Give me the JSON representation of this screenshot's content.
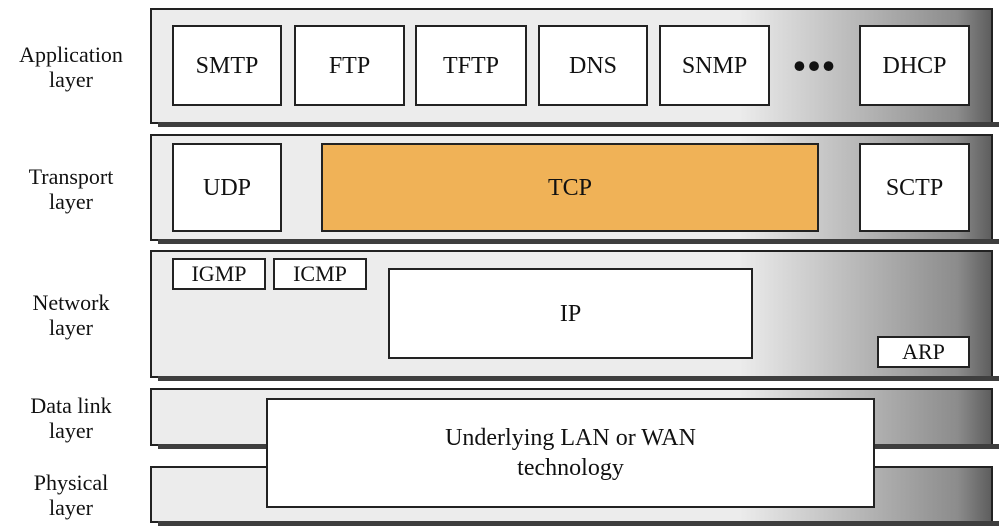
{
  "layers": {
    "application": "Application\nlayer",
    "transport": "Transport\nlayer",
    "network": "Network\nlayer",
    "datalink": "Data link\nlayer",
    "physical": "Physical\nlayer"
  },
  "application_protocols": {
    "smtp": "SMTP",
    "ftp": "FTP",
    "tftp": "TFTP",
    "dns": "DNS",
    "snmp": "SNMP",
    "ellipsis": "•••",
    "dhcp": "DHCP"
  },
  "transport_protocols": {
    "udp": "UDP",
    "tcp": "TCP",
    "sctp": "SCTP"
  },
  "network_protocols": {
    "igmp": "IGMP",
    "icmp": "ICMP",
    "ip": "IP",
    "arp": "ARP"
  },
  "underlying": "Underlying LAN or WAN\ntechnology",
  "colors": {
    "highlight": "#f0b257",
    "band_light": "#ececec",
    "band_dark": "#5e5e5e"
  }
}
